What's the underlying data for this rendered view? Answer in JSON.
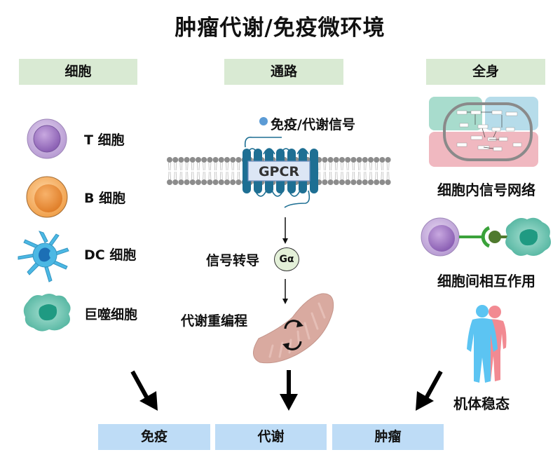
{
  "title": "肿瘤代谢/免疫微环境",
  "columns": {
    "cells": {
      "header": "细胞",
      "items": [
        {
          "label": "T 细胞",
          "icon": "t-cell-icon",
          "color": "#a98bc7"
        },
        {
          "label": "B 细胞",
          "icon": "b-cell-icon",
          "color": "#f0a04b"
        },
        {
          "label": "DC 细胞",
          "icon": "dendritic-cell-icon",
          "color": "#4bb3e0"
        },
        {
          "label": "巨噬细胞",
          "icon": "macrophage-icon",
          "color": "#5fbfac"
        }
      ]
    },
    "pathway": {
      "header": "通路",
      "signal_label": "免疫/代谢信号",
      "receptor_label": "GPCR",
      "transduction_label": "信号转导",
      "g_protein_label": "Gα",
      "reprogramming_label": "代谢重编程"
    },
    "systemic": {
      "header": "全身",
      "items": [
        {
          "label": "细胞内信号网络",
          "icon": "signaling-network-icon"
        },
        {
          "label": "细胞间相互作用",
          "icon": "cell-interaction-icon"
        },
        {
          "label": "机体稳态",
          "icon": "human-body-icon"
        }
      ]
    }
  },
  "outcomes": [
    "免疫",
    "代谢",
    "肿瘤"
  ],
  "colors": {
    "header_bg": "#d9ead3",
    "outcome_bg": "#bedcf6",
    "gpcr": "#1e6f93",
    "signal_dot": "#5b9bd5",
    "mitochondria": "#d9aaa0"
  }
}
